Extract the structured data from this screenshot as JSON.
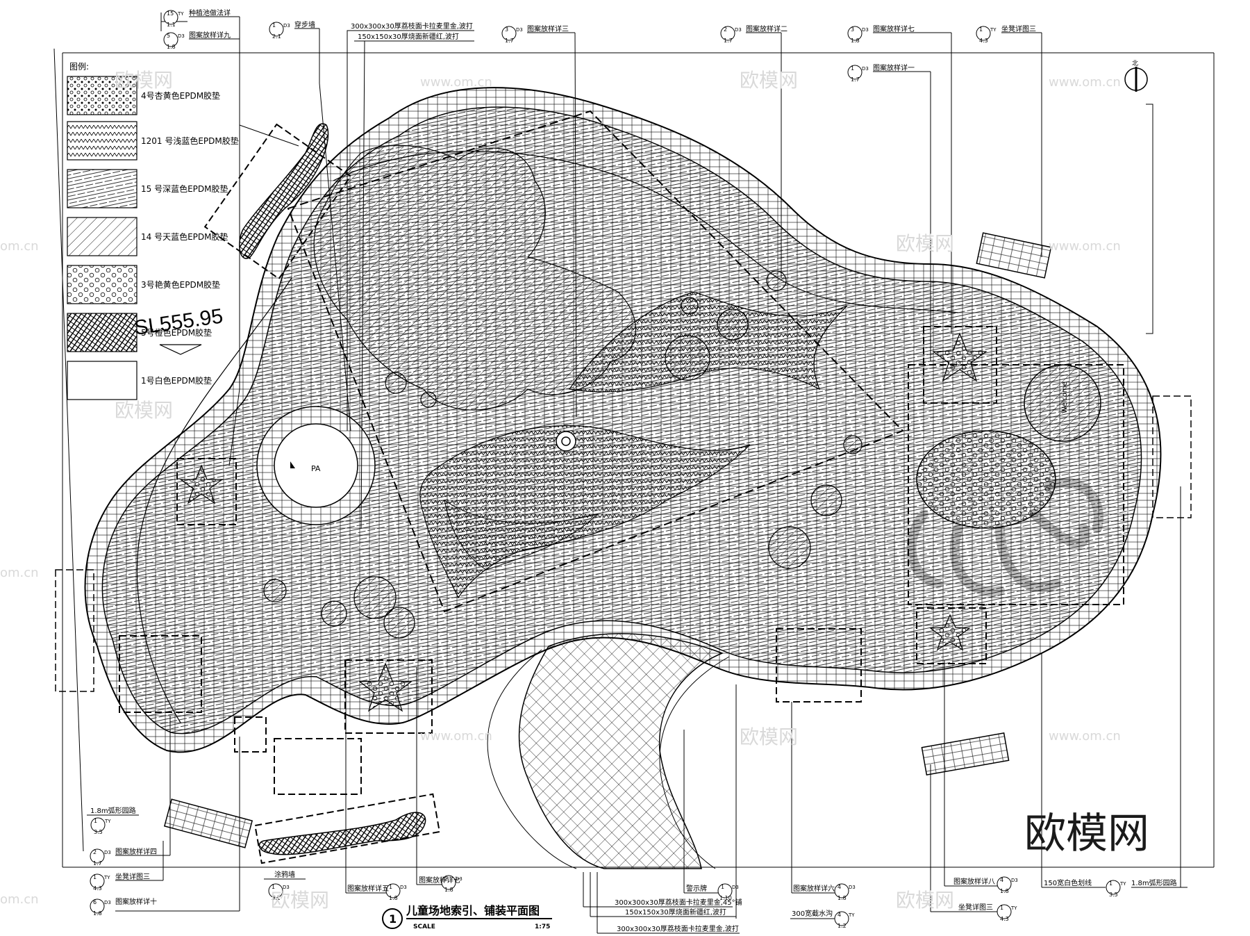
{
  "drawing": {
    "title": "儿童场地索引、铺装平面图",
    "number": "1",
    "scale_label": "SCALE",
    "scale_value": "1:75",
    "level_mark": "SL555.95",
    "north_label": "北",
    "pa_label": "PA",
    "welcome_text": "Welcome"
  },
  "legend": {
    "heading": "图例:",
    "items": [
      {
        "label": "4号杏黄色EPDM胶垫"
      },
      {
        "label": "1201 号浅蓝色EPDM胶垫"
      },
      {
        "label": "15 号深蓝色EPDM胶垫"
      },
      {
        "label": "14 号天蓝色EPDM胶垫"
      },
      {
        "label": "3号艳黄色EPDM胶垫"
      },
      {
        "label": "5号橙色EPDM胶垫"
      },
      {
        "label": "1号白色EPDM胶垫"
      }
    ]
  },
  "callouts_top": [
    {
      "num": "15",
      "sheet": "1.1",
      "code": "TY",
      "text": "种植池做法详"
    },
    {
      "num": "5",
      "sheet": "1.8",
      "code": "D3",
      "text": "图案放样详九"
    },
    {
      "num": "1",
      "sheet": "2.1",
      "code": "D3",
      "text": "穿步墙"
    },
    {
      "num": "3",
      "sheet": "1.7",
      "code": "D3",
      "text": "图案放样详三"
    },
    {
      "num": "2",
      "sheet": "1.7",
      "code": "D3",
      "text": "图案放样详二"
    },
    {
      "num": "3",
      "sheet": "1.8",
      "code": "D3",
      "text": "图案放样详七"
    },
    {
      "num": "1",
      "sheet": "1.7",
      "code": "D3",
      "text": "图案放样详一"
    },
    {
      "num": "1",
      "sheet": "4.3",
      "code": "TY",
      "text": "坐凳详图三"
    }
  ],
  "material_notes_top": [
    "300x300x30厚荔枝面卡拉麦里金,波打",
    "150x150x30厚烧面新疆红,波打"
  ],
  "callouts_bottom": [
    {
      "num": "2",
      "sheet": "1.7",
      "code": "D3",
      "text": "图案放样详四"
    },
    {
      "num": "1",
      "sheet": "4.3",
      "code": "TY",
      "text": "坐凳详图三"
    },
    {
      "num": "6",
      "sheet": "1.8",
      "code": "D3",
      "text": "图案放样详十"
    },
    {
      "num": "1",
      "sheet": "3.1",
      "code": "D3",
      "text": "涂鸦墙"
    },
    {
      "num": "1",
      "sheet": "1.8",
      "code": "D3",
      "text": "图案放样详五"
    },
    {
      "num": "2",
      "sheet": "1.8",
      "code": "D3",
      "text": "图案放样详七"
    },
    {
      "num": "1",
      "sheet": "1.10",
      "code": "D3",
      "text": "警示牌"
    },
    {
      "num": "4",
      "sheet": "1.8",
      "code": "D3",
      "text": "图案放样详六"
    },
    {
      "num": "4",
      "sheet": "1.2",
      "code": "TY",
      "text": "300宽截水沟"
    },
    {
      "num": "4",
      "sheet": "1.8",
      "code": "D3",
      "text": "图案放样详八"
    },
    {
      "num": "1",
      "sheet": "4.3",
      "code": "TY",
      "text": "坐凳详图三"
    },
    {
      "num": "1",
      "sheet": "3.5",
      "code": "TY",
      "text": "1.8m弧形园路"
    },
    {
      "num": "1",
      "sheet": "3.5",
      "code": "TY",
      "text": "1.8m弧形园路"
    }
  ],
  "material_notes_bottom": [
    "300x300x30厚荔枝面卡拉麦里金,45°铺",
    "150x150x30厚烧面新疆红,波打",
    "300x300x30厚荔枝面卡拉麦里金,波打",
    "150宽白色划线"
  ],
  "watermarks": {
    "cn": "欧模网",
    "url": "www.om.cn",
    "url_short": "om.cn"
  },
  "colors": {
    "ink": "#000000",
    "watermark": "#d9d9d9"
  }
}
